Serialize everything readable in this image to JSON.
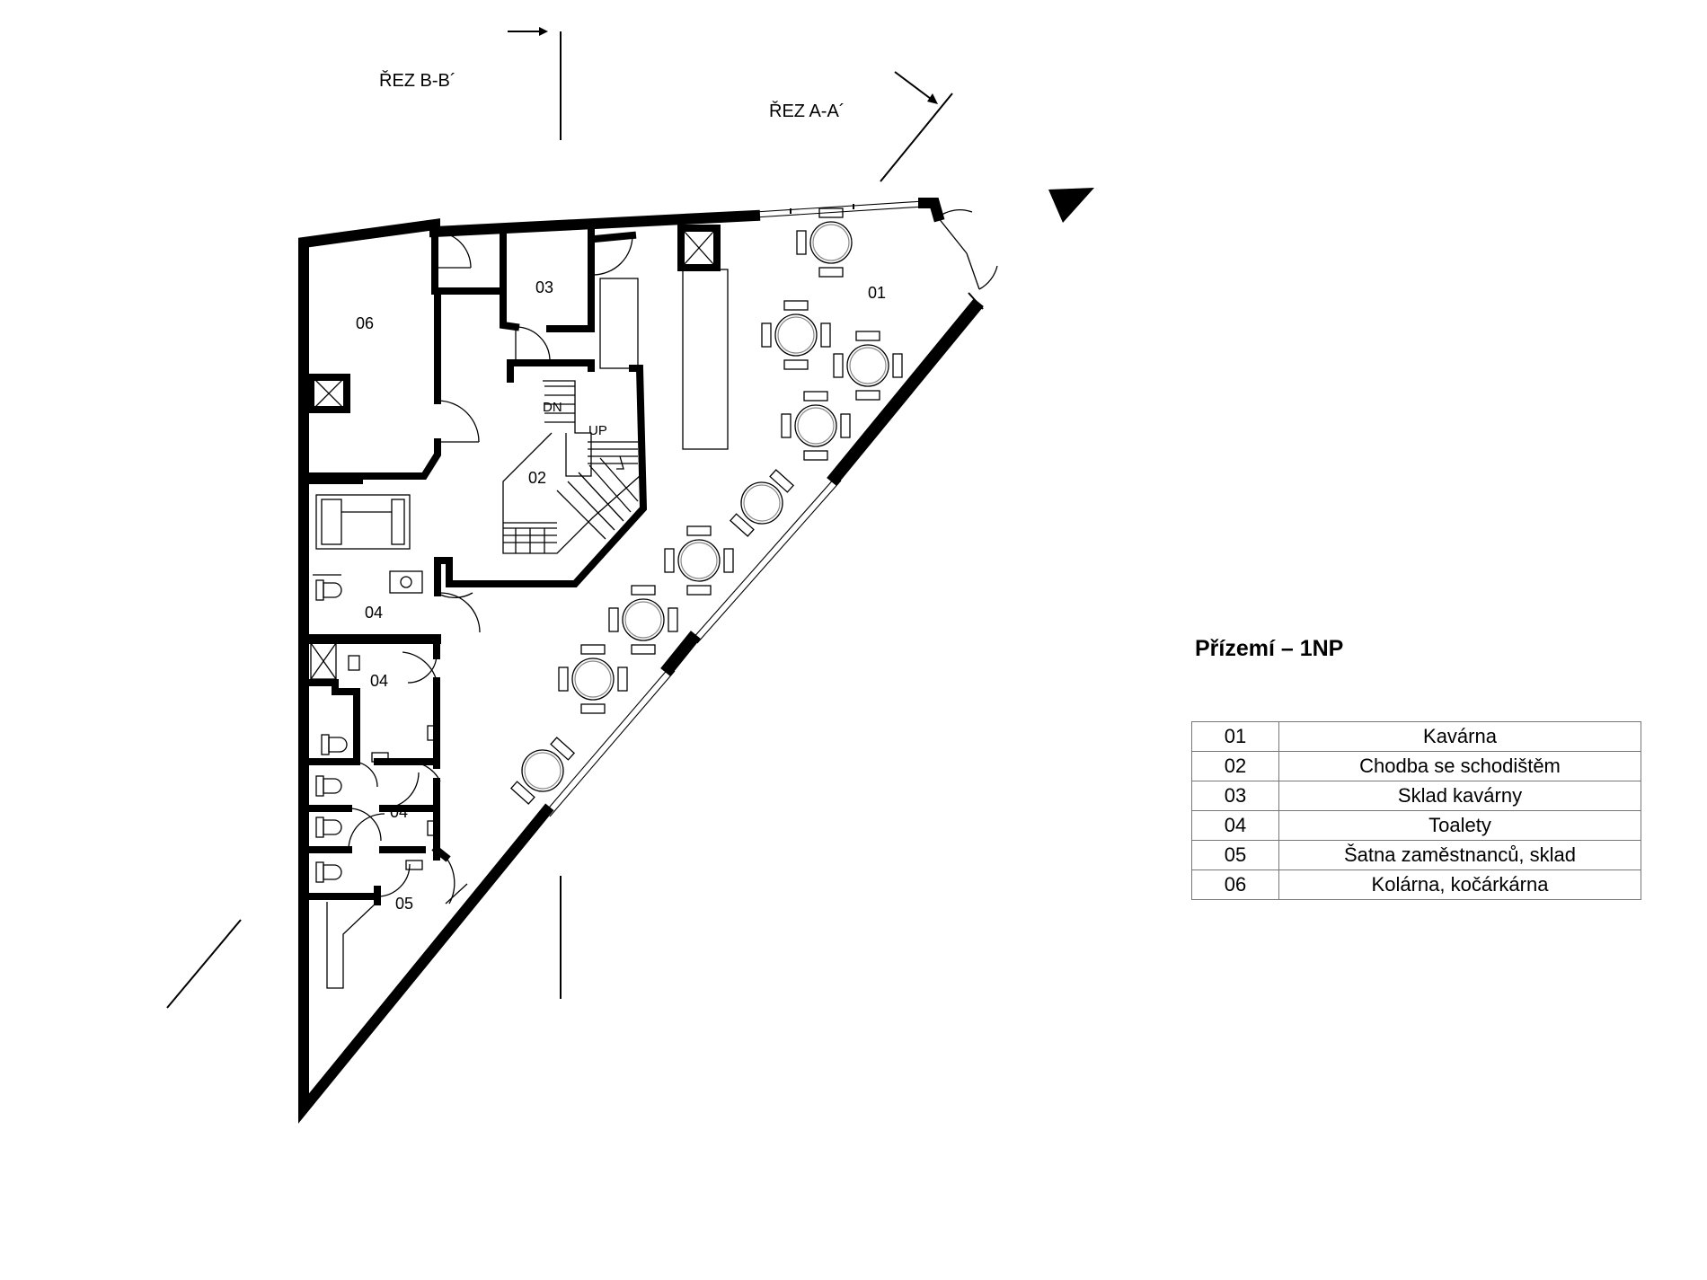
{
  "plan_title": "Přízemí – 1NP",
  "sections": {
    "b": "ŘEZ B-B´",
    "a": "ŘEZ A-A´"
  },
  "stair_labels": {
    "down": "DN",
    "up": "UP"
  },
  "room_labels": {
    "r01": "01",
    "r02": "02",
    "r03": "03",
    "r04a": "04",
    "r04b": "04",
    "r04c": "04",
    "r05": "05",
    "r06": "06"
  },
  "legend": [
    {
      "code": "01",
      "name": "Kavárna"
    },
    {
      "code": "02",
      "name": "Chodba se schodištěm"
    },
    {
      "code": "03",
      "name": "Sklad kavárny"
    },
    {
      "code": "04",
      "name": "Toalety"
    },
    {
      "code": "05",
      "name": "Šatna zaměstnanců, sklad"
    },
    {
      "code": "06",
      "name": "Kolárna, kočárkárna"
    }
  ]
}
